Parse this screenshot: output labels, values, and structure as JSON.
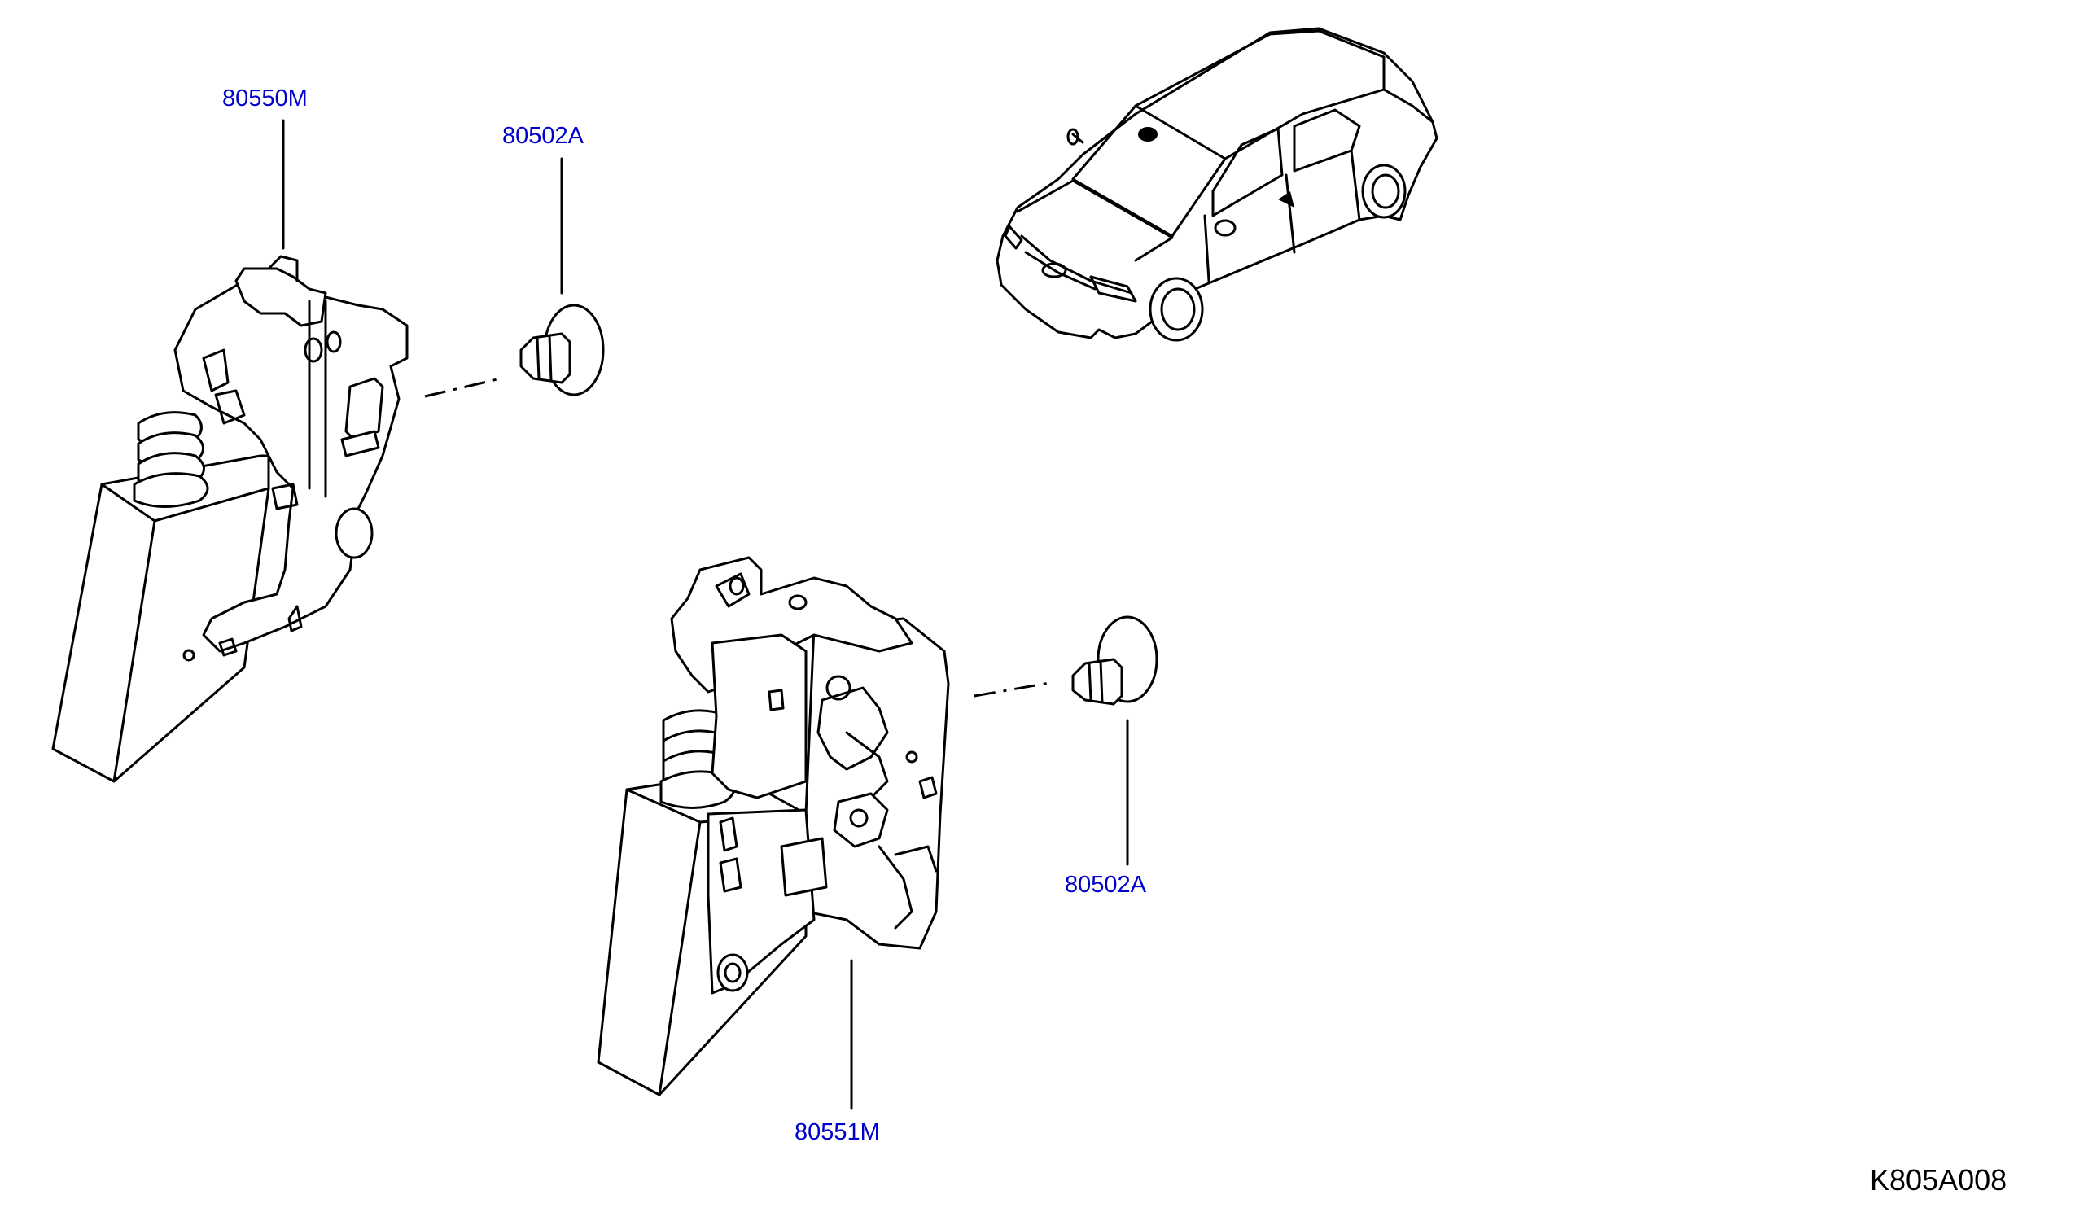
{
  "labels": {
    "left_actuator": "80550M",
    "right_actuator": "80551M",
    "clip_upper": "80502A",
    "clip_lower": "80502A"
  },
  "reference_code": "K805A008",
  "colors": {
    "part_number": "#0000cc",
    "line": "#000000",
    "background": "#ffffff"
  }
}
